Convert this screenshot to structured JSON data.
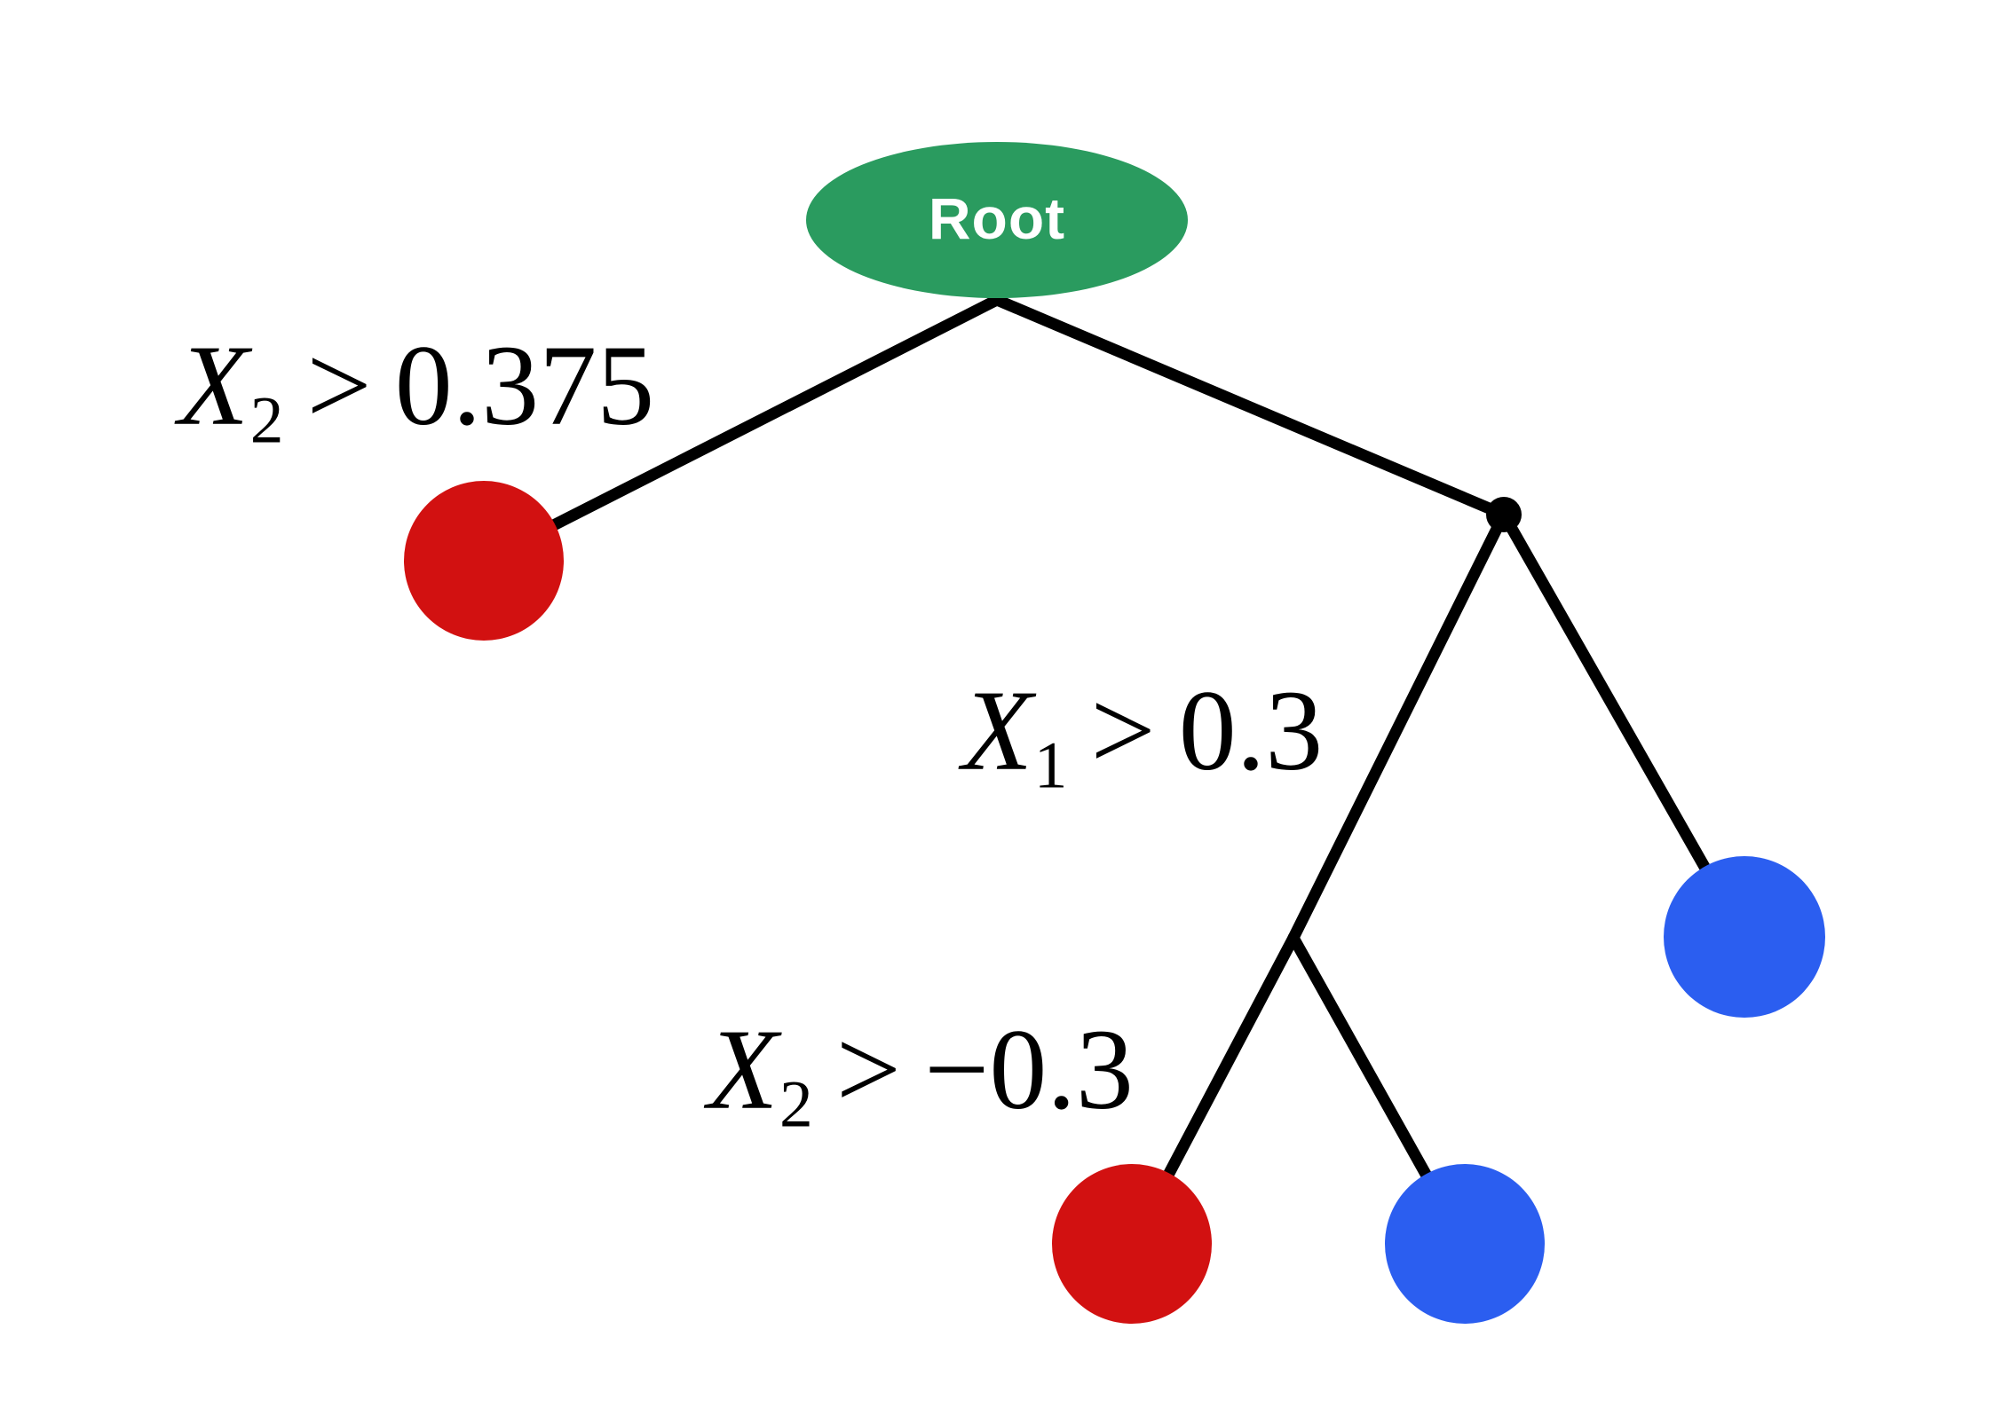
{
  "diagram": {
    "type": "decision-tree",
    "root": {
      "label": "Root"
    },
    "edge_labels": {
      "left": {
        "variable": "X",
        "subscript": "2",
        "operator": ">",
        "threshold": "0.375"
      },
      "middle": {
        "variable": "X",
        "subscript": "1",
        "operator": ">",
        "threshold": "0.3"
      },
      "bottom": {
        "variable": "X",
        "subscript": "2",
        "operator": ">",
        "threshold": "−0.3"
      }
    },
    "structure": {
      "label": "Root",
      "children": [
        {
          "type": "leaf",
          "color": "red",
          "branch_condition": "X2 > 0.375"
        },
        {
          "type": "internal",
          "children": [
            {
              "type": "internal",
              "branch_condition": "X1 > 0.3",
              "children": [
                {
                  "type": "leaf",
                  "color": "red",
                  "branch_condition": "X2 > −0.3"
                },
                {
                  "type": "leaf",
                  "color": "blue"
                }
              ]
            },
            {
              "type": "leaf",
              "color": "blue"
            }
          ]
        }
      ]
    },
    "colors": {
      "root_fill": "#2A9B5F",
      "root_text": "#FFFFFF",
      "red_leaf": "#D21111",
      "blue_leaf": "#2B5EF0",
      "edge": "#000000",
      "label_text": "#000000",
      "background": "#FFFFFF"
    }
  }
}
